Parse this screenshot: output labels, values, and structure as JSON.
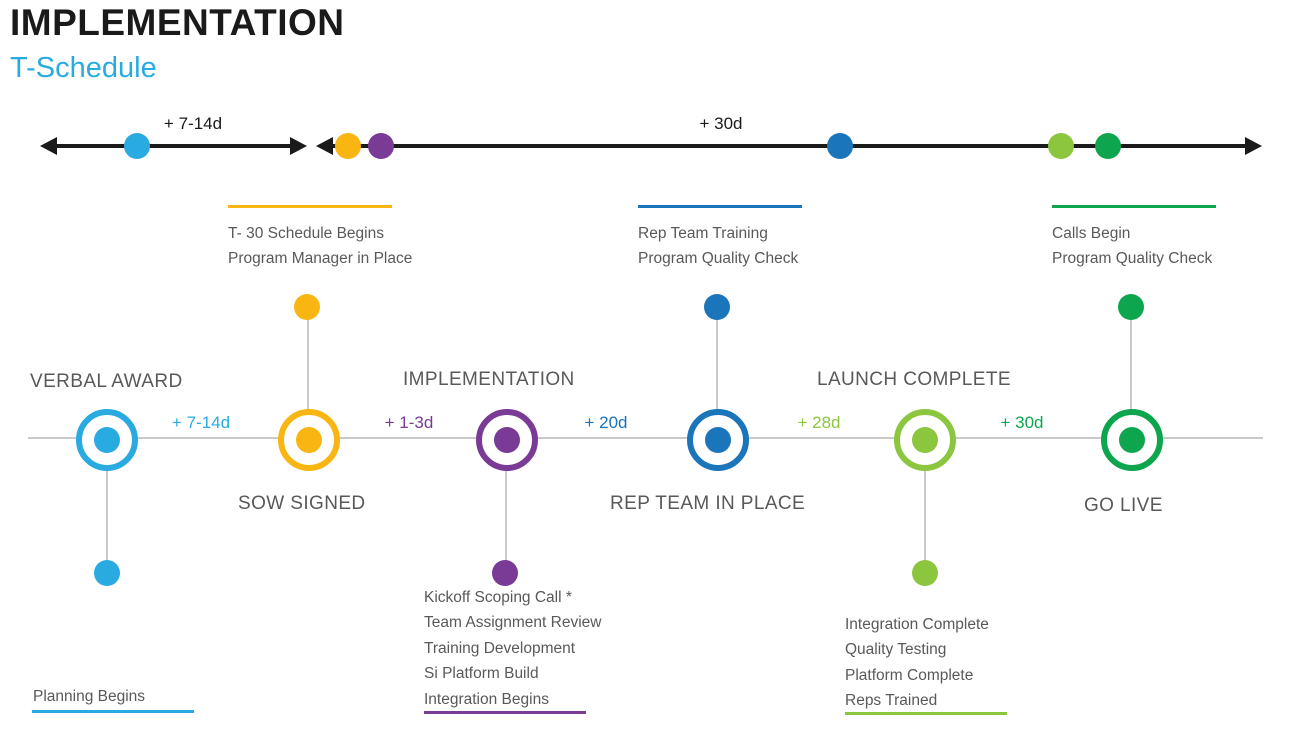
{
  "page": {
    "title": "IMPLEMENTATION",
    "subtitle": "T-Schedule"
  },
  "colors": {
    "cyan": "#29ABE2",
    "yellow": "#F9B612",
    "purple": "#7A3B96",
    "blue": "#1B75BB",
    "light_green": "#8CC63F",
    "green": "#0DA64F",
    "text_dark": "#1A1A1A",
    "text_gray": "#58595B",
    "note_text": "#595959",
    "line_gray": "#C9C9C9"
  },
  "top_axis": {
    "arrow1_label": "+ 7-14d",
    "arrow2_label": "+ 30d",
    "arrow1_dots": [
      "cyan"
    ],
    "arrow2_dots": [
      "yellow",
      "purple",
      "blue",
      "light_green",
      "green"
    ]
  },
  "notes_top": {
    "t30": {
      "lines": [
        "T- 30 Schedule Begins",
        "Program Manager in Place"
      ],
      "bar_color": "#F9B612"
    },
    "rep": {
      "lines": [
        "Rep Team Training",
        "Program Quality Check"
      ],
      "bar_color": "#1B75BB"
    },
    "calls": {
      "lines": [
        "Calls Begin",
        "Program Quality Check"
      ],
      "bar_color": "#0DA64F"
    }
  },
  "milestones": {
    "verbal": {
      "label": "VERBAL AWARD",
      "color": "#29ABE2"
    },
    "sow": {
      "label": "SOW SIGNED",
      "color": "#F9B612"
    },
    "impl": {
      "label": "IMPLEMENTATION",
      "color": "#7A3B96"
    },
    "rep": {
      "label": "REP TEAM IN PLACE",
      "color": "#1B75BB"
    },
    "launch": {
      "label": "LAUNCH COMPLETE",
      "color": "#8CC63F"
    },
    "golive": {
      "label": "GO LIVE",
      "color": "#0DA64F"
    }
  },
  "intervals": {
    "i1": "+ 7-14d",
    "i2": "+ 1-3d",
    "i3": "+ 20d",
    "i4": "+ 28d",
    "i5": "+ 30d"
  },
  "notes_bottom": {
    "planning": {
      "lines": [
        "Planning Begins"
      ],
      "bar_color": "#29ABE2"
    },
    "kickoff": {
      "lines": [
        "Kickoff Scoping Call *",
        "Team Assignment Review",
        "Training Development",
        "Si Platform Build",
        "Integration Begins"
      ],
      "bar_color": "#7A3B96"
    },
    "integration": {
      "lines": [
        "Integration Complete",
        "Quality Testing",
        "Platform Complete",
        "Reps Trained"
      ],
      "bar_color": "#8CC63F"
    }
  }
}
